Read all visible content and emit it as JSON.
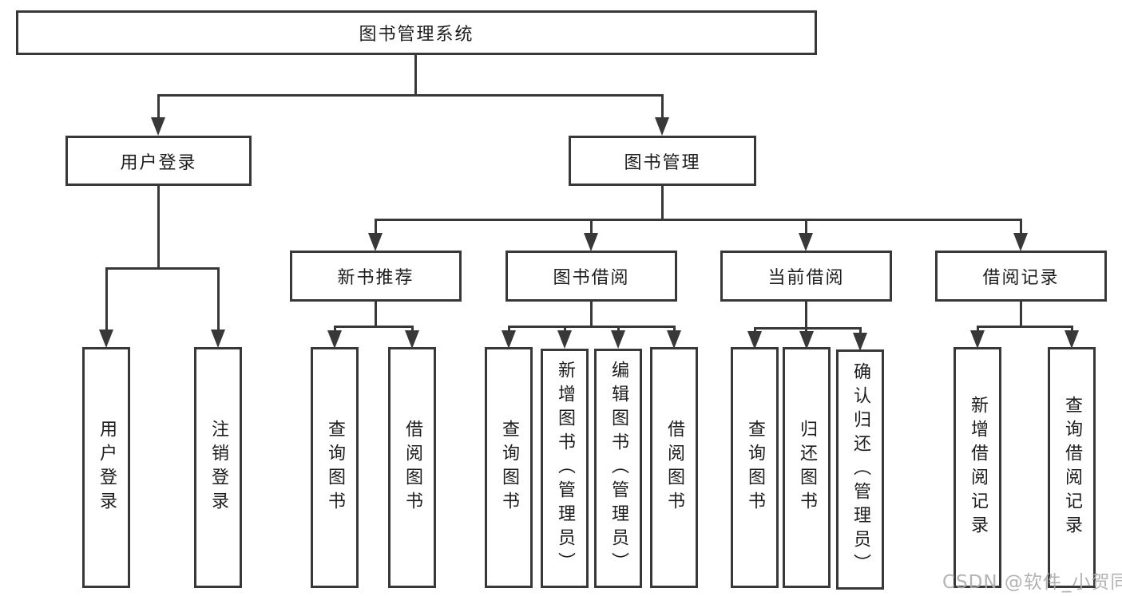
{
  "root": "图书管理系统",
  "level2": {
    "user_login": "用户登录",
    "book_mgmt": "图书管理"
  },
  "level3": {
    "new_book": "新书推荐",
    "borrow": "图书借阅",
    "current": "当前借阅",
    "records": "借阅记录"
  },
  "leaves": {
    "user_login": [
      "用户登录",
      "注销登录"
    ],
    "new_book": [
      "查询图书",
      "借阅图书"
    ],
    "borrow": [
      "查询图书",
      "新增图书（管理员）",
      "编辑图书（管理员）",
      "借阅图书"
    ],
    "current": [
      "查询图书",
      "归还图书",
      "确认归还（管理员）"
    ],
    "records": [
      "新增借阅记录",
      "查询借阅记录"
    ]
  },
  "watermark": "CSDN @软件_小贺同学",
  "colors": {
    "line": "#383838",
    "text": "#1d1d1f",
    "watermark": "#ababab",
    "background": "#ffffff"
  }
}
